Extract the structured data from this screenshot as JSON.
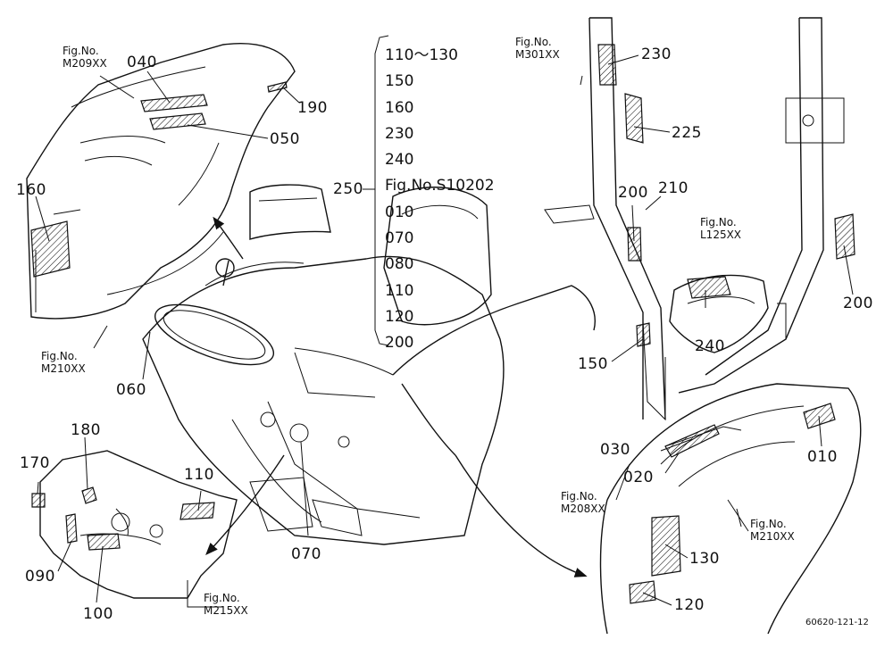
{
  "callouts": {
    "c040": "040",
    "c050": "050",
    "c190": "190",
    "c160": "160",
    "c250": "250",
    "c060": "060",
    "c180": "180",
    "c170": "170",
    "c110": "110",
    "c090": "090",
    "c100": "100",
    "c070": "070",
    "c230": "230",
    "c225": "225",
    "c210": "210",
    "c200a": "200",
    "c200b": "200",
    "c150": "150",
    "c240": "240",
    "c030": "030",
    "c020": "020",
    "c010": "010",
    "c130": "130",
    "c120": "120"
  },
  "fig_refs": {
    "m209": {
      "line1": "Fig.No.",
      "line2": "M209XX"
    },
    "m210a": {
      "line1": "Fig.No.",
      "line2": "M210XX"
    },
    "m215": {
      "line1": "Fig.No.",
      "line2": "M215XX"
    },
    "m301": {
      "line1": "Fig.No.",
      "line2": "M301XX"
    },
    "l125": {
      "line1": "Fig.No.",
      "line2": "L125XX"
    },
    "m208": {
      "line1": "Fig.No.",
      "line2": "M208XX"
    },
    "m210b": {
      "line1": "Fig.No.",
      "line2": "M210XX"
    }
  },
  "part_list": {
    "items": [
      "110～130",
      "150",
      "160",
      "230",
      "240",
      "Fig.No.S10202",
      "010",
      "070",
      "080",
      "110",
      "120",
      "200"
    ]
  },
  "drawing_ref": "60620-121-12"
}
